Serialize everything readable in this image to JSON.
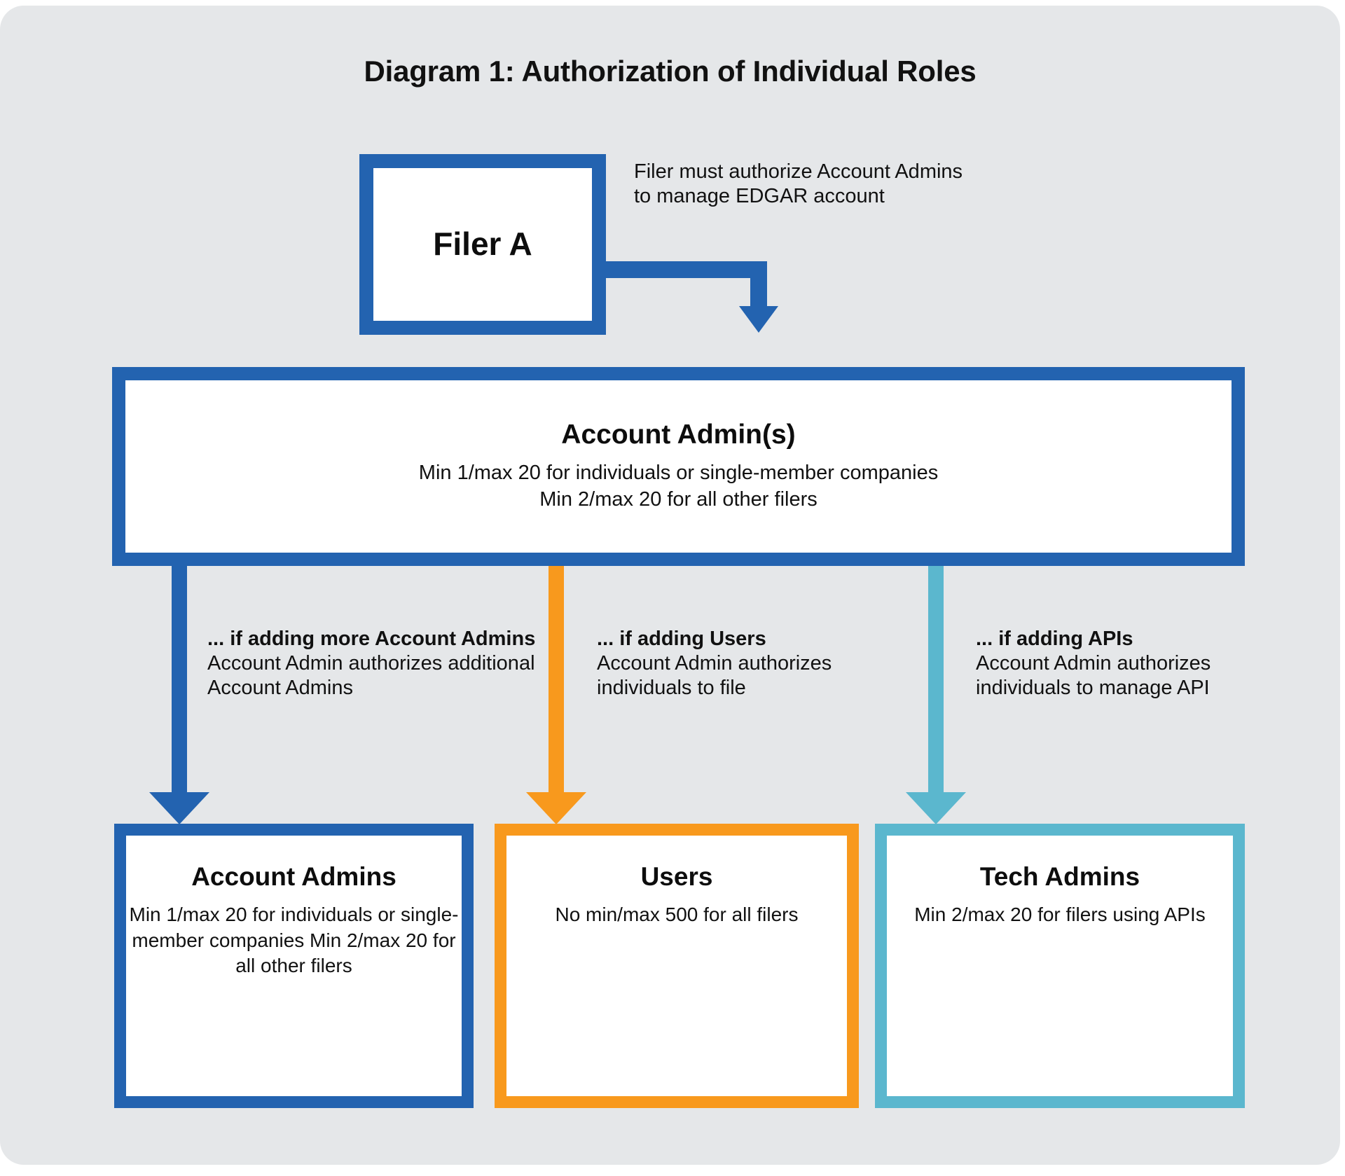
{
  "diagram": {
    "title": "Diagram 1: Authorization of Individual Roles",
    "background_color": "#E5E7E9",
    "colors": {
      "blue": "#2363B0",
      "orange": "#F8991D",
      "teal": "#5BB7CE",
      "box_fill": "#FFFFFF",
      "text": "#111111"
    },
    "filer": {
      "title": "Filer A",
      "note": "Filer must authorize Account Admins to manage EDGAR account"
    },
    "account_admin": {
      "title": "Account Admin(s)",
      "body": "Min 1/max 20 for individuals or single-member companies\nMin 2/max 20 for all other filers"
    },
    "branches": [
      {
        "lead": "... if adding more Account Admins",
        "text": " Account Admin authorizes additional Account Admins",
        "arrow_color": "#2363B0",
        "box": {
          "title": "Account Admins",
          "body": "Min 1/max 20 for individuals or single-member companies Min 2/max 20 for all other filers"
        }
      },
      {
        "lead": "... if adding Users",
        "text": "Account Admin authorizes individuals to file",
        "arrow_color": "#F8991D",
        "box": {
          "title": "Users",
          "body": "No min/max 500 for all filers"
        }
      },
      {
        "lead": "... if adding APIs",
        "text": "Account Admin authorizes individuals to manage API",
        "arrow_color": "#5BB7CE",
        "box": {
          "title": "Tech Admins",
          "body": "Min 2/max 20 for filers using APIs"
        }
      }
    ]
  }
}
